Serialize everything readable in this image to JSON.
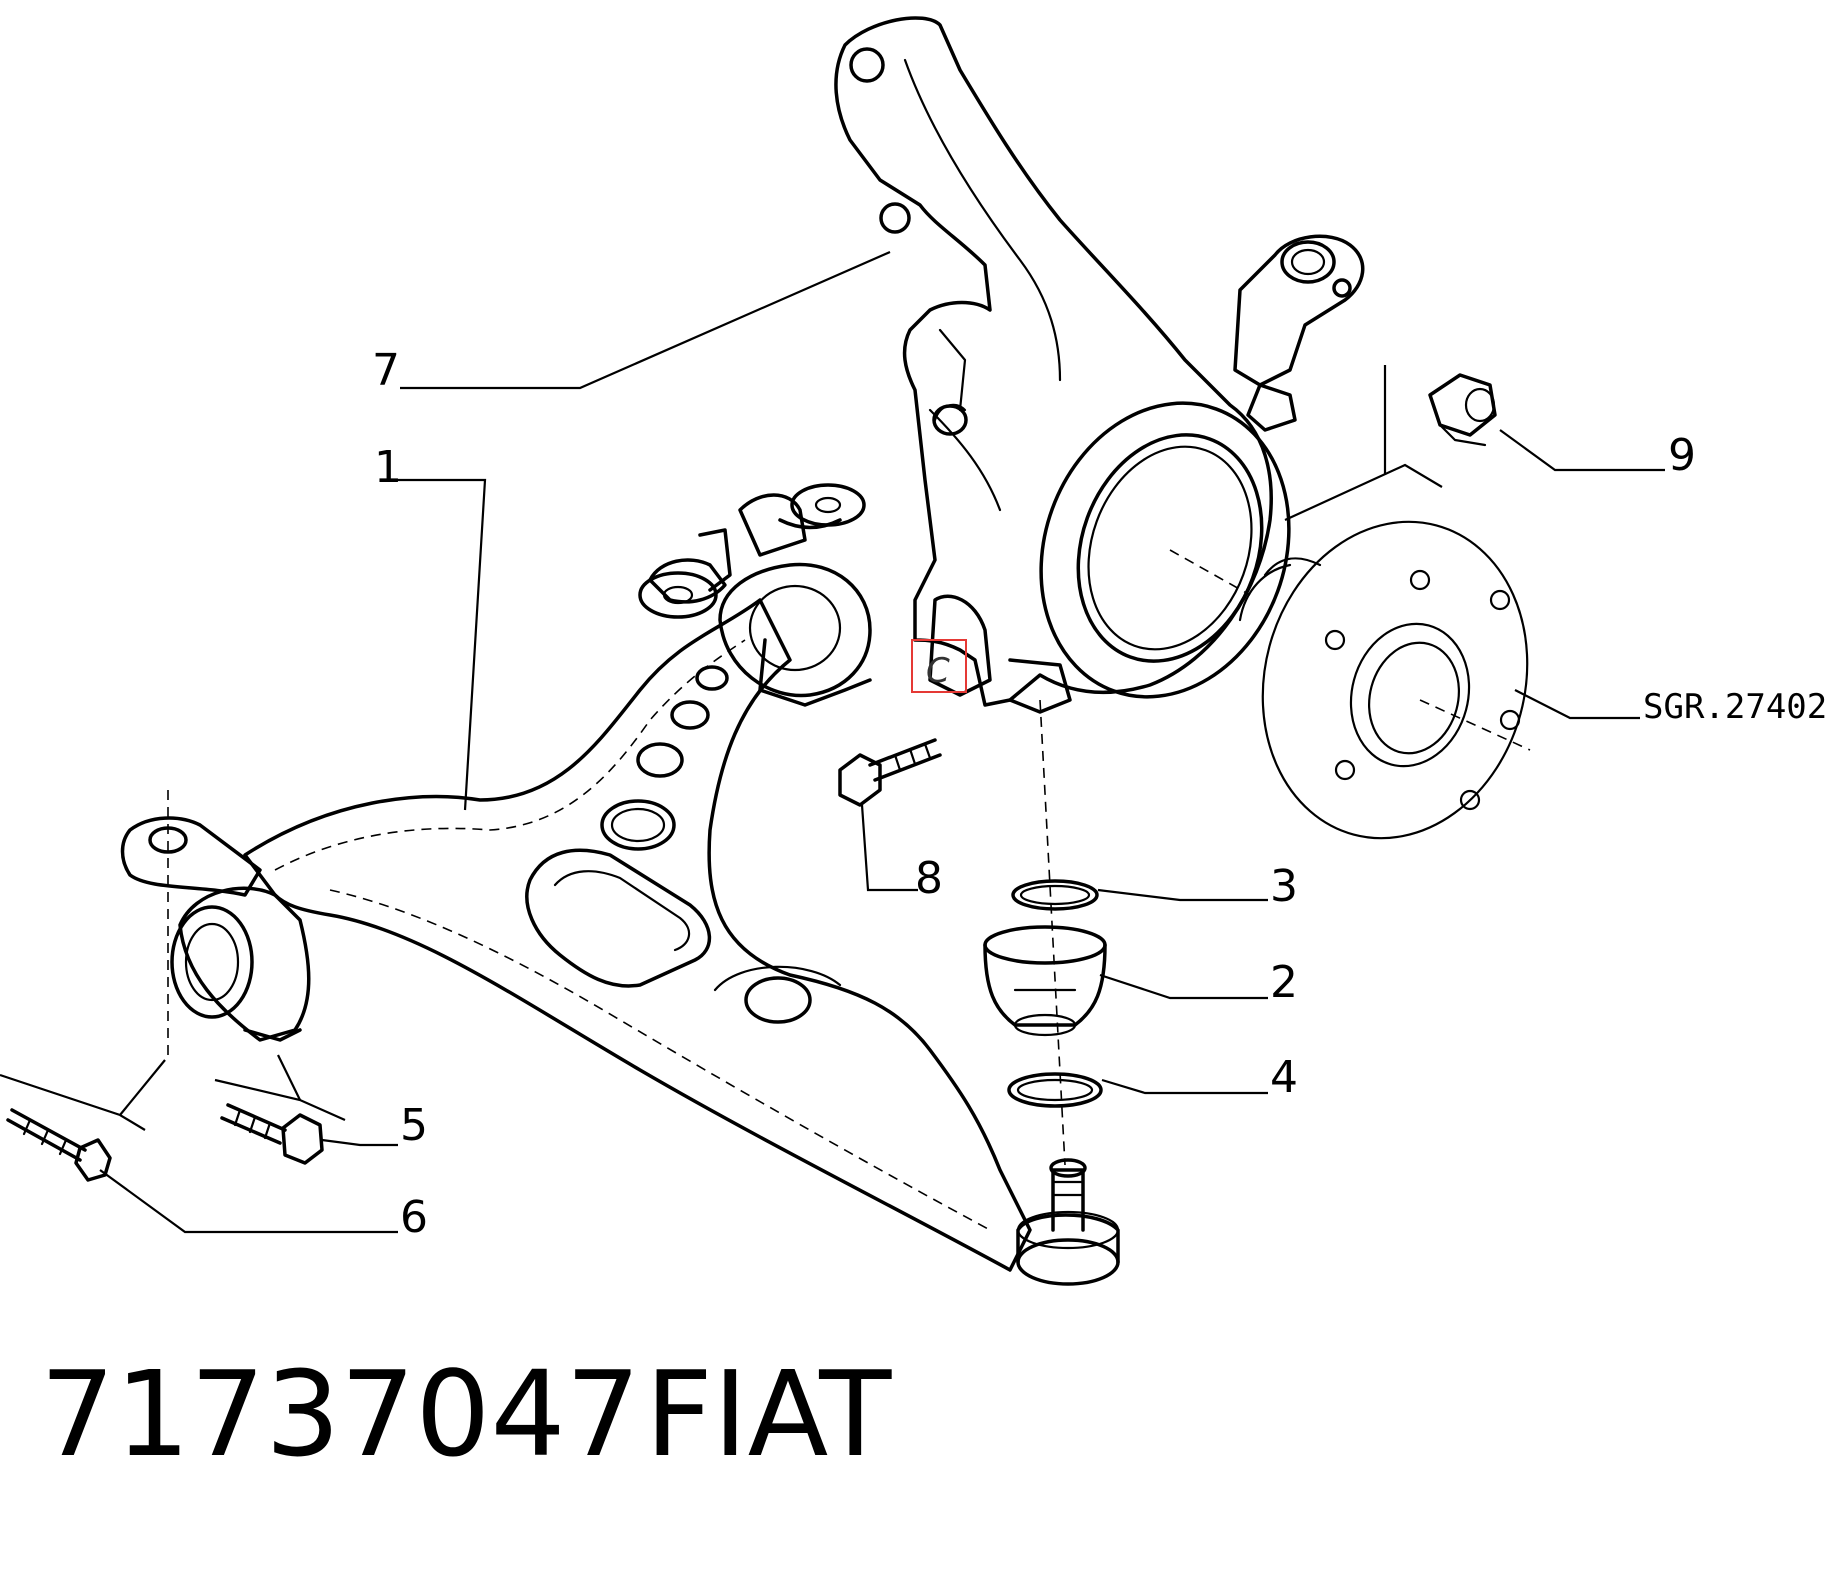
{
  "diagram": {
    "callouts": {
      "c1": "1",
      "c2": "2",
      "c3": "3",
      "c4": "4",
      "c5": "5",
      "c6": "6",
      "c7": "7",
      "c8": "8",
      "c9": "9"
    },
    "hub_reference": "SGR.27402",
    "marker": "C",
    "marker_color": "#e53935"
  },
  "caption": {
    "part_number": "71737047",
    "brand": "FIAT"
  }
}
